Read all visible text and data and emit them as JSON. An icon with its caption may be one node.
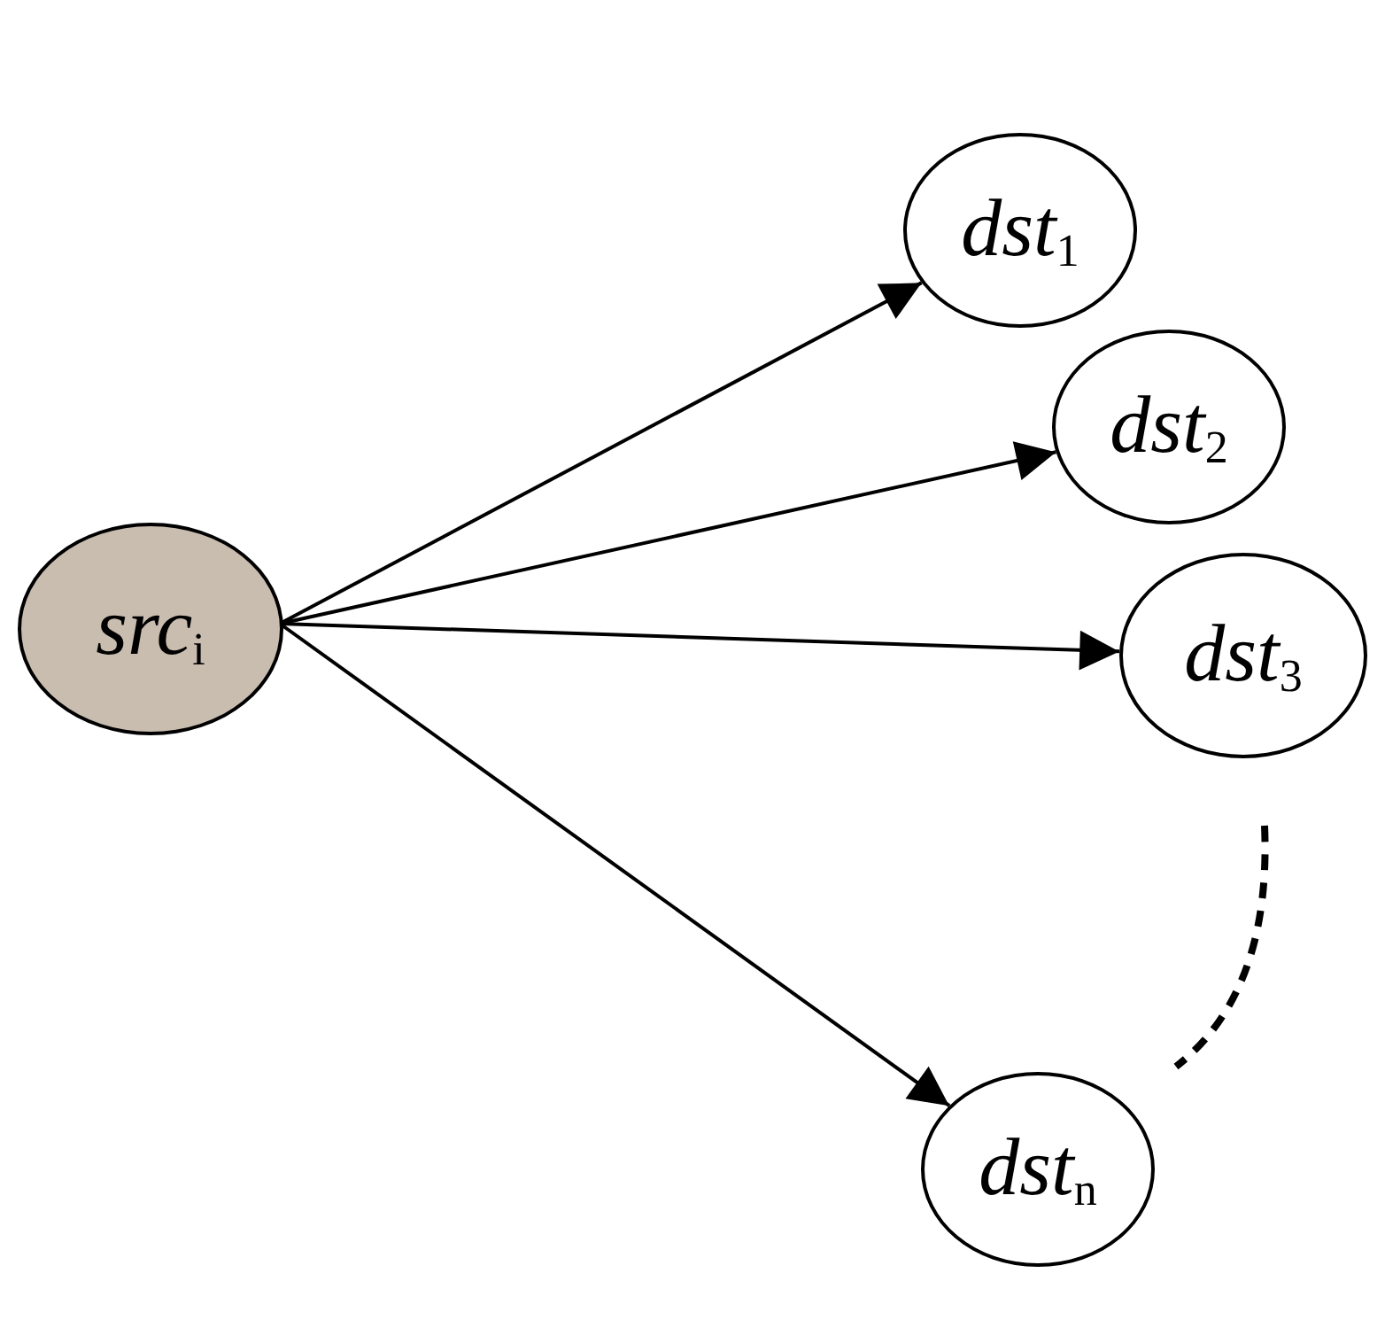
{
  "diagram": {
    "nodes": [
      {
        "text": [
          "*src*$_{i}$"
        ]
      },
      {
        "text": [
          "*dst*$_{1}$"
        ]
      },
      {
        "text": [
          "*dst*$_{2}$"
        ]
      },
      {
        "text": [
          "*dst*$_{3}$"
        ]
      },
      {
        "text": [
          "*dst*$_{n}$"
        ]
      }
    ],
    "edges": [
      {
        "from": 0,
        "to": 1,
        "arrow": "to"
      },
      {
        "from": 0,
        "to": 2,
        "arrow": "to"
      },
      {
        "from": 0,
        "to": 3,
        "arrow": "to"
      },
      {
        "from": 0,
        "to": 4,
        "arrow": "to"
      }
    ]
  }
}
